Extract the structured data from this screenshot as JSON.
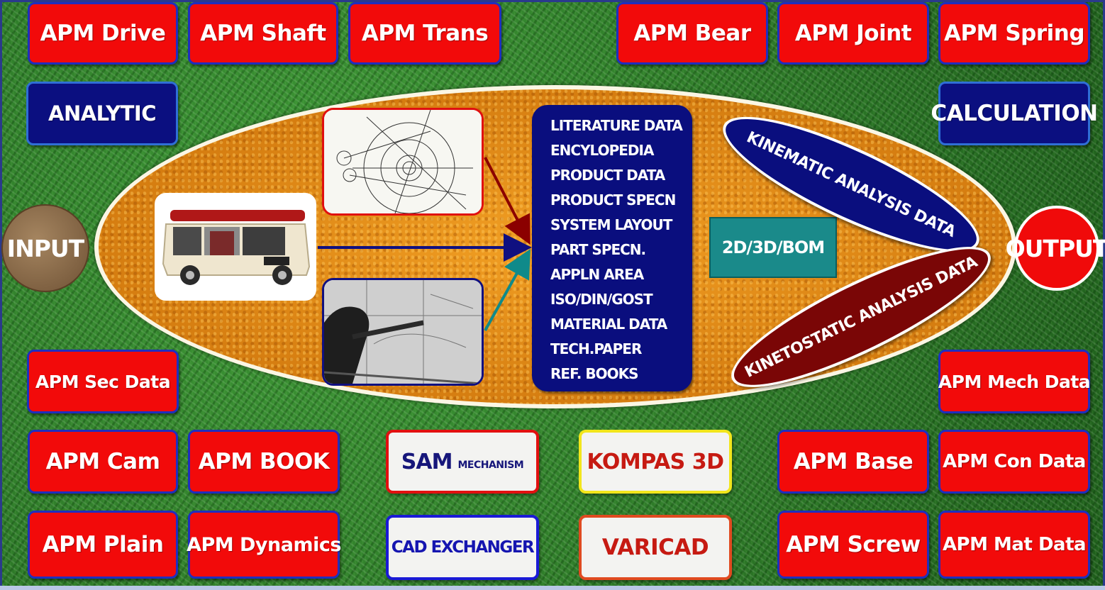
{
  "top_row": [
    "APM Drive",
    "APM Shaft",
    "APM Trans",
    "APM Bear",
    "APM Joint",
    "APM Spring"
  ],
  "analytic_label": "ANALYTIC",
  "calculation_label": "CALCULATION",
  "input_label": "INPUT",
  "output_label": "OUTPUT",
  "literature_items": [
    "LITERATURE DATA",
    "ENCYLOPEDIA",
    "PRODUCT DATA",
    "PRODUCT SPECN",
    "SYSTEM LAYOUT",
    "PART SPECN.",
    "APPLN AREA",
    "ISO/DIN/GOST",
    "MATERIAL DATA",
    "TECH.PAPER",
    "REF. BOOKS"
  ],
  "format_label": "2D/3D/BOM",
  "kinematic_label": "KINEMATIC ANALYSIS DATA",
  "kinetostatic_label": "KINETOSTATIC ANALYSIS DATA",
  "left_mid": {
    "sec_data": "APM Sec Data"
  },
  "right_mid": {
    "mech_data": "APM Mech Data"
  },
  "bottom": {
    "cam": "APM Cam",
    "book": "APM BOOK",
    "sam_main": "SAM",
    "sam_sub": "MECHANISM",
    "kompas": "KOMPAS 3D",
    "base": "APM Base",
    "con_data": "APM Con Data",
    "plain": "APM Plain",
    "dynamics": "APM Dynamics",
    "cad_exchanger": "CAD EXCHANGER",
    "varicad": "VARICAD",
    "screw": "APM Screw",
    "mat_data": "APM Mat Data"
  },
  "colors": {
    "button_red": "#f20a0a",
    "button_navy": "#0b0f80",
    "ellipse_orange": "#e3860f",
    "teal": "#1a8a8a",
    "kinetostatic_maroon": "#7a0606",
    "arrow_red": "#8b0000",
    "arrow_navy": "#101080",
    "arrow_teal": "#0f8a8a"
  }
}
